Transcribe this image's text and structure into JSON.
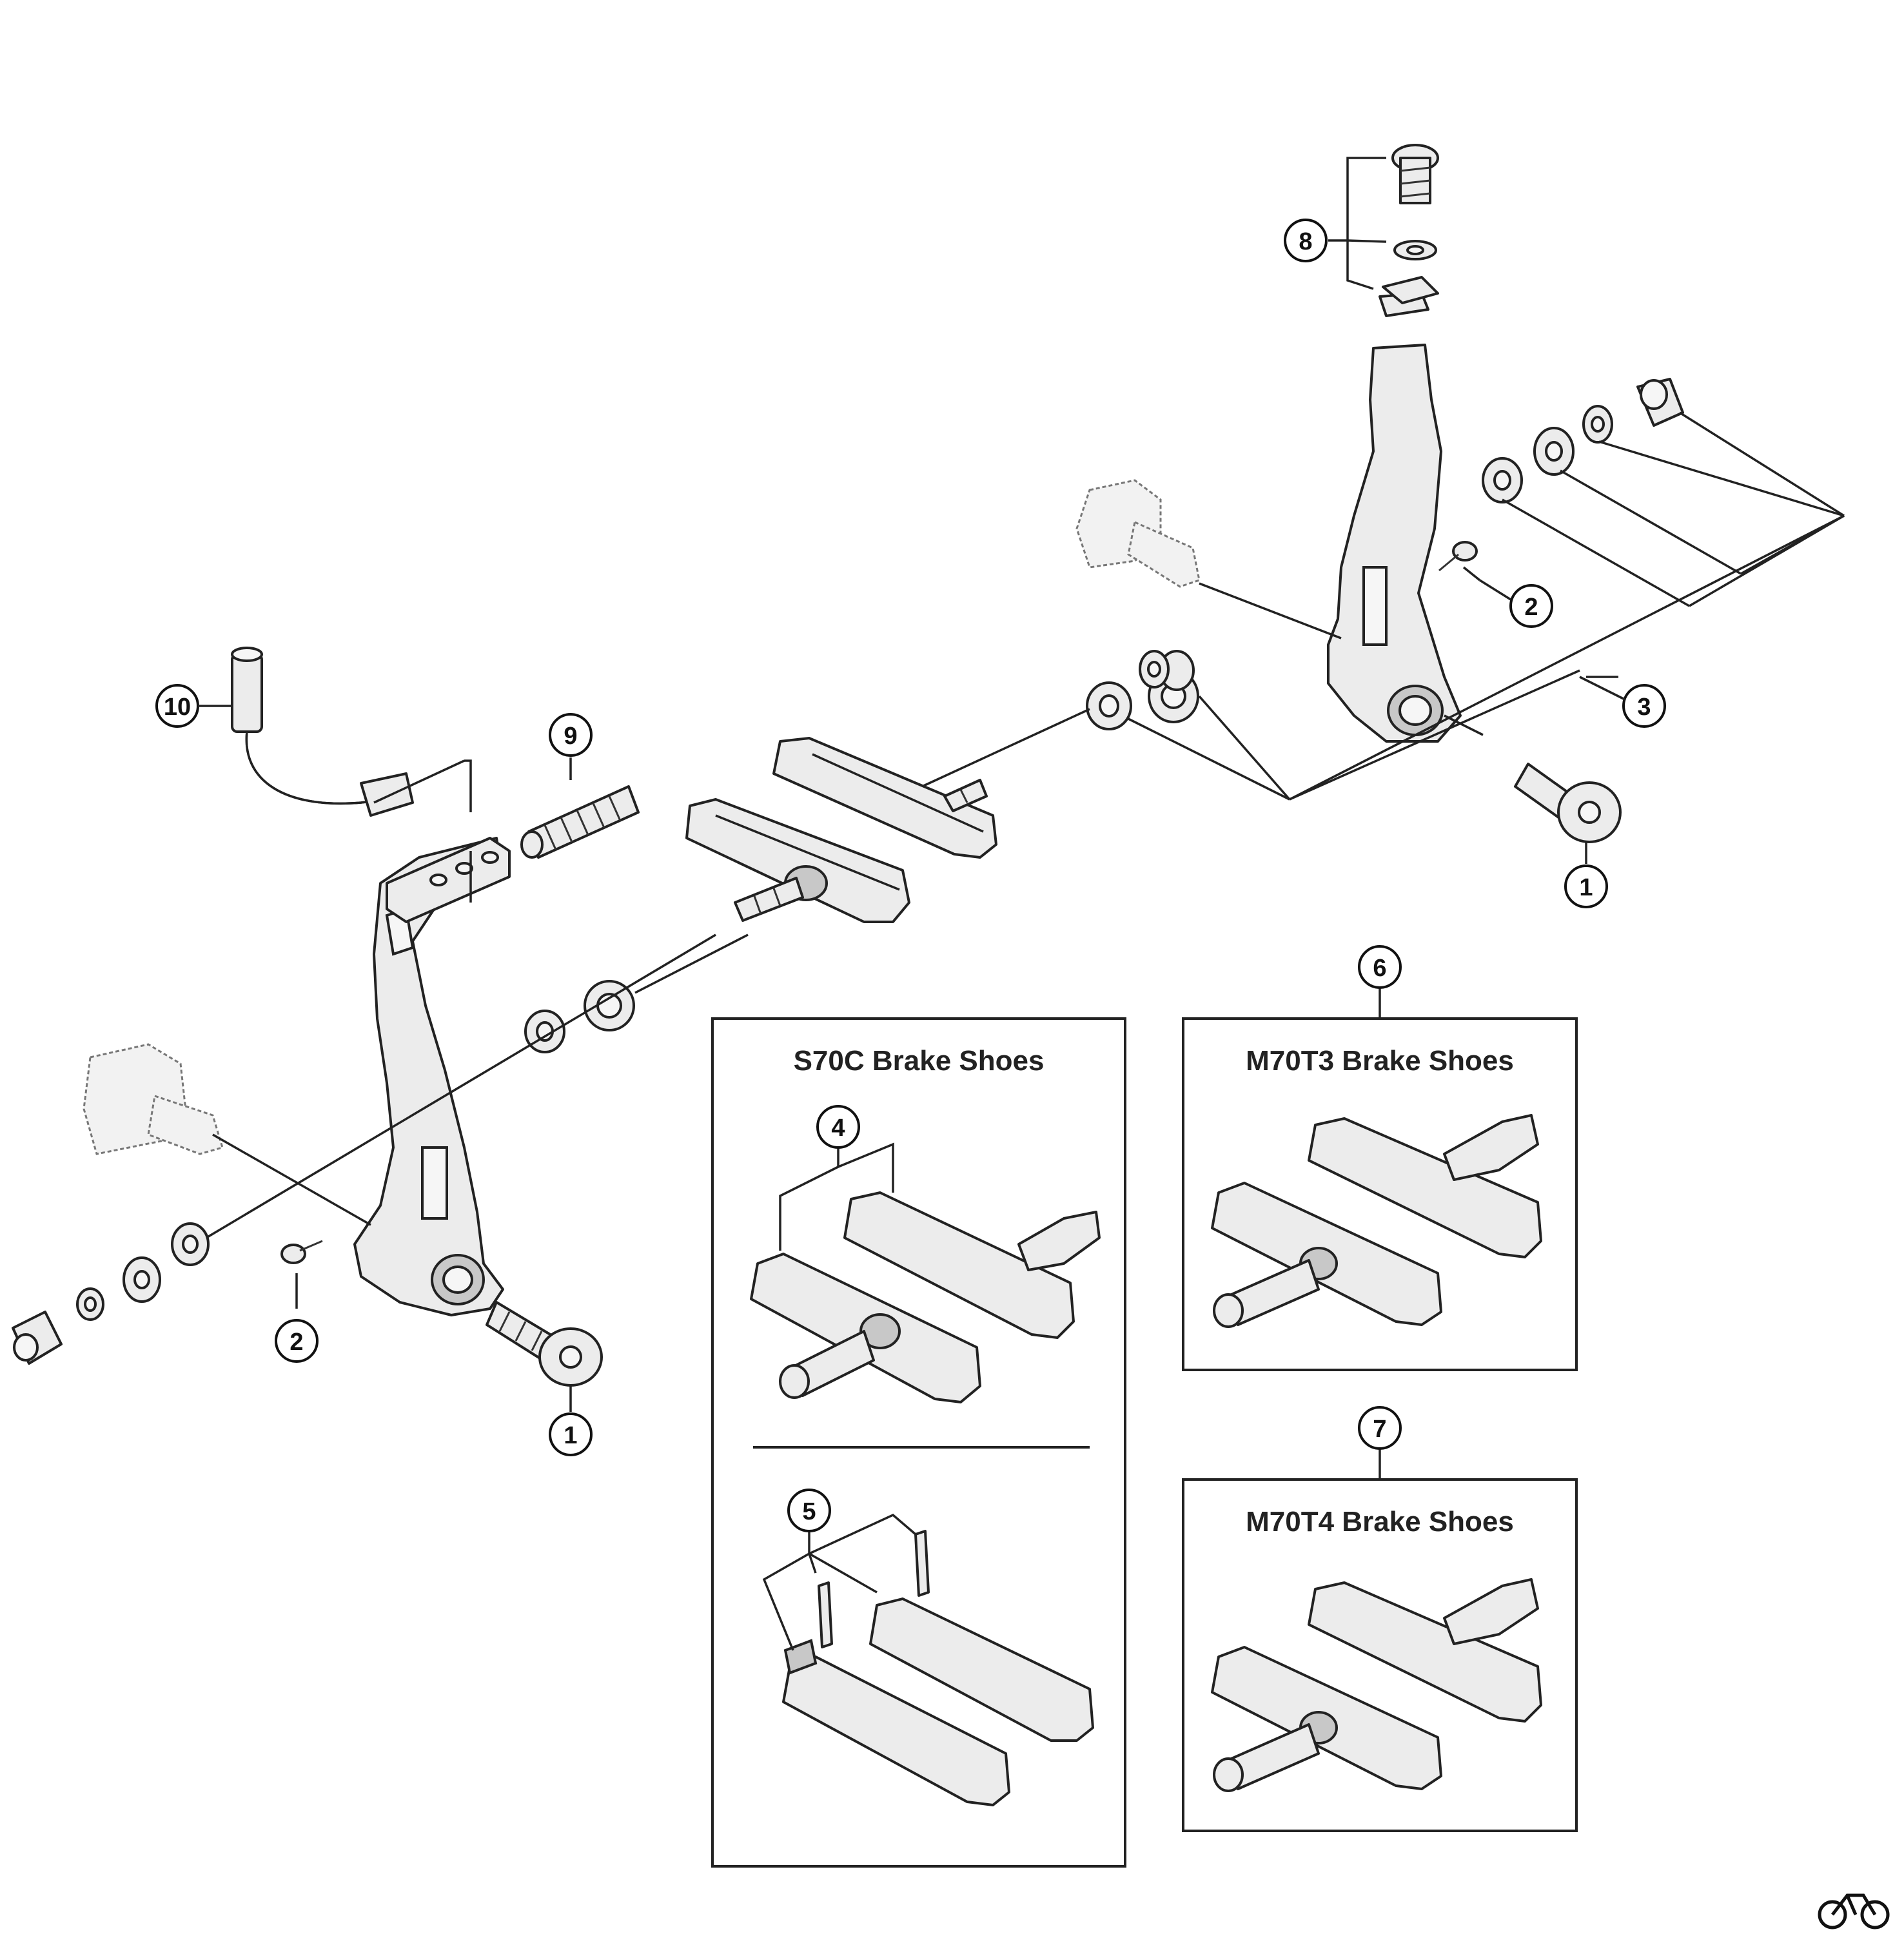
{
  "callouts": {
    "c1a": "1",
    "c1b": "1",
    "c2a": "2",
    "c2b": "2",
    "c3": "3",
    "c4": "4",
    "c5": "5",
    "c6": "6",
    "c7": "7",
    "c8": "8",
    "c9": "9",
    "c10": "10"
  },
  "boxes": {
    "s70c_title": "S70C Brake Shoes",
    "m70t3_title": "M70T3 Brake Shoes",
    "m70t4_title": "M70T4 Brake Shoes"
  },
  "icons": {
    "corner_logo": "bicycle-icon"
  }
}
